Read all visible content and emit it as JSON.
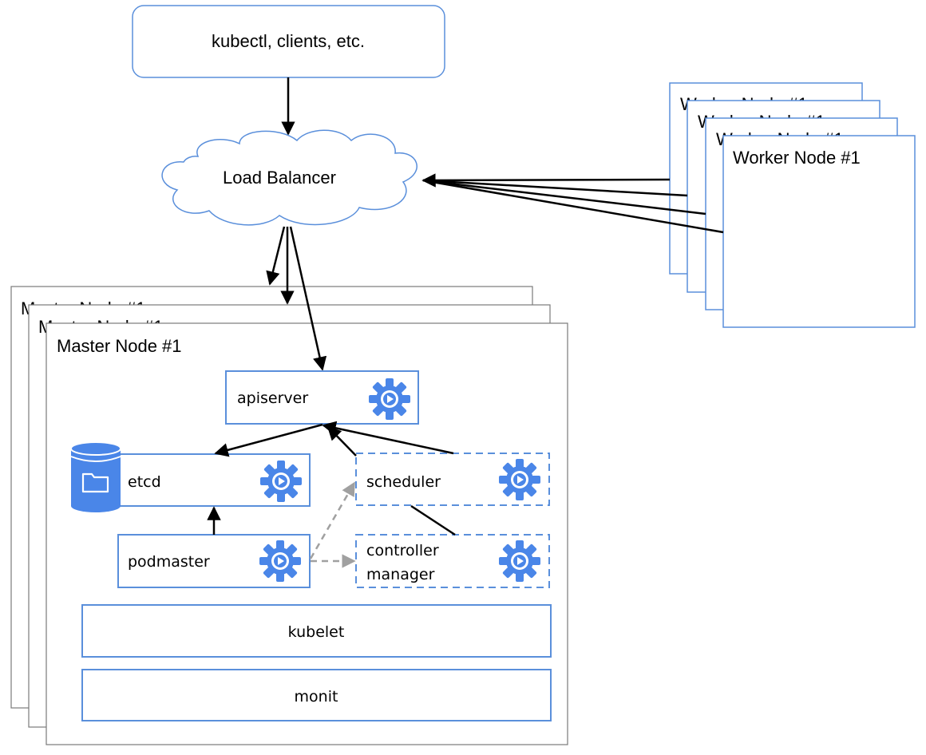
{
  "clients": {
    "label": "kubectl, clients, etc."
  },
  "load_balancer": {
    "label": "Load Balancer"
  },
  "worker_nodes": {
    "stack": [
      {
        "label": "Worker Node #1"
      },
      {
        "label": "Worker Node #1"
      },
      {
        "label": "Worker Node #1"
      },
      {
        "label": "Worker Node #1"
      }
    ]
  },
  "master_nodes": {
    "stack": [
      {
        "label": "Master Node #1"
      },
      {
        "label": "Master Node #1"
      },
      {
        "label": "Master Node #1"
      }
    ]
  },
  "components": {
    "apiserver": {
      "label": "apiserver",
      "icon": "gear-play-icon"
    },
    "etcd": {
      "label": "etcd",
      "icon": "gear-play-icon",
      "storage_icon": "database-folder-icon"
    },
    "scheduler": {
      "label": "scheduler",
      "icon": "gear-play-icon",
      "style": "dashed"
    },
    "controller_manager": {
      "label_line1": "controller",
      "label_line2": "manager",
      "icon": "gear-play-icon",
      "style": "dashed"
    },
    "podmaster": {
      "label": "podmaster",
      "icon": "gear-play-icon"
    },
    "kubelet": {
      "label": "kubelet"
    },
    "monit": {
      "label": "monit"
    }
  },
  "colors": {
    "component_border": "#5a8fdb",
    "node_border": "#7a7a7a",
    "worker_border": "#5a8fdb",
    "icon_blue": "#4a86e8",
    "arrow": "#000000",
    "dashed_arrow": "#a0a0a0"
  }
}
